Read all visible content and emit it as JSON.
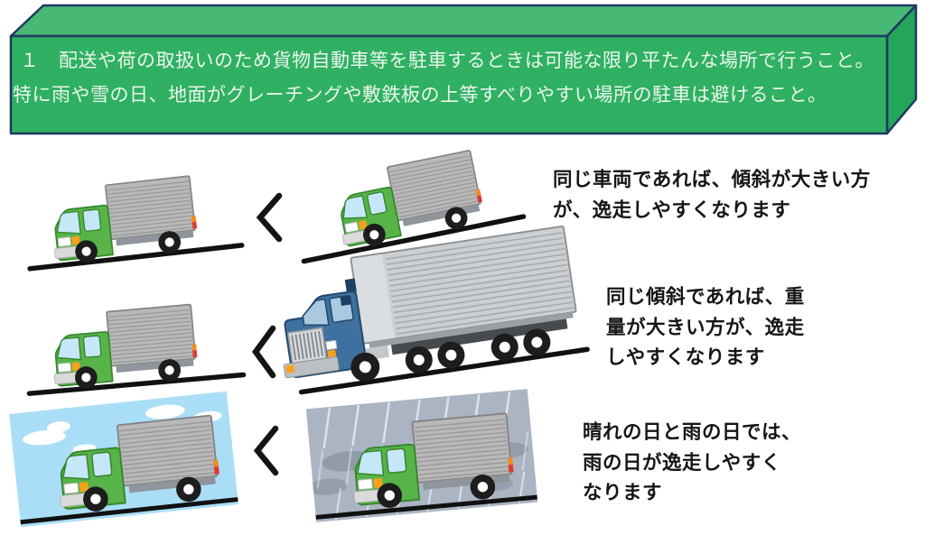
{
  "banner": {
    "line1": "１　配送や荷の取扱いのため貨物自動車等を駐車するときは可能な限り平たんな場所で行うこと。",
    "line2": "特に雨や雪の日、地面がグレーチングや敷鉄板の上等すべりやすい場所の駐車は避けること。",
    "colors": {
      "face": "#2fb062",
      "top": "#47b974",
      "side": "#23a65a",
      "border": "#1f3864",
      "text": "#e9f6ec"
    }
  },
  "comparisons": [
    {
      "name": "slope",
      "caption": "同じ車両であれば、傾斜が大きい方\nが、逸走しやすくなります",
      "symbol": "<",
      "left_illustration": "green-truck-on-gentle-slope",
      "right_illustration": "green-truck-on-steep-slope"
    },
    {
      "name": "weight",
      "caption": "同じ傾斜であれば、重\n量が大きい方が、逸走\nしやすくなります",
      "symbol": "<",
      "left_illustration": "green-truck-on-slope",
      "right_illustration": "heavy-blue-truck-on-slope"
    },
    {
      "name": "weather",
      "caption": "晴れの日と雨の日では、\n雨の日が逸走しやすく\nなります",
      "symbol": "<",
      "left_illustration": "green-truck-sunny-day",
      "right_illustration": "green-truck-rainy-day"
    }
  ]
}
